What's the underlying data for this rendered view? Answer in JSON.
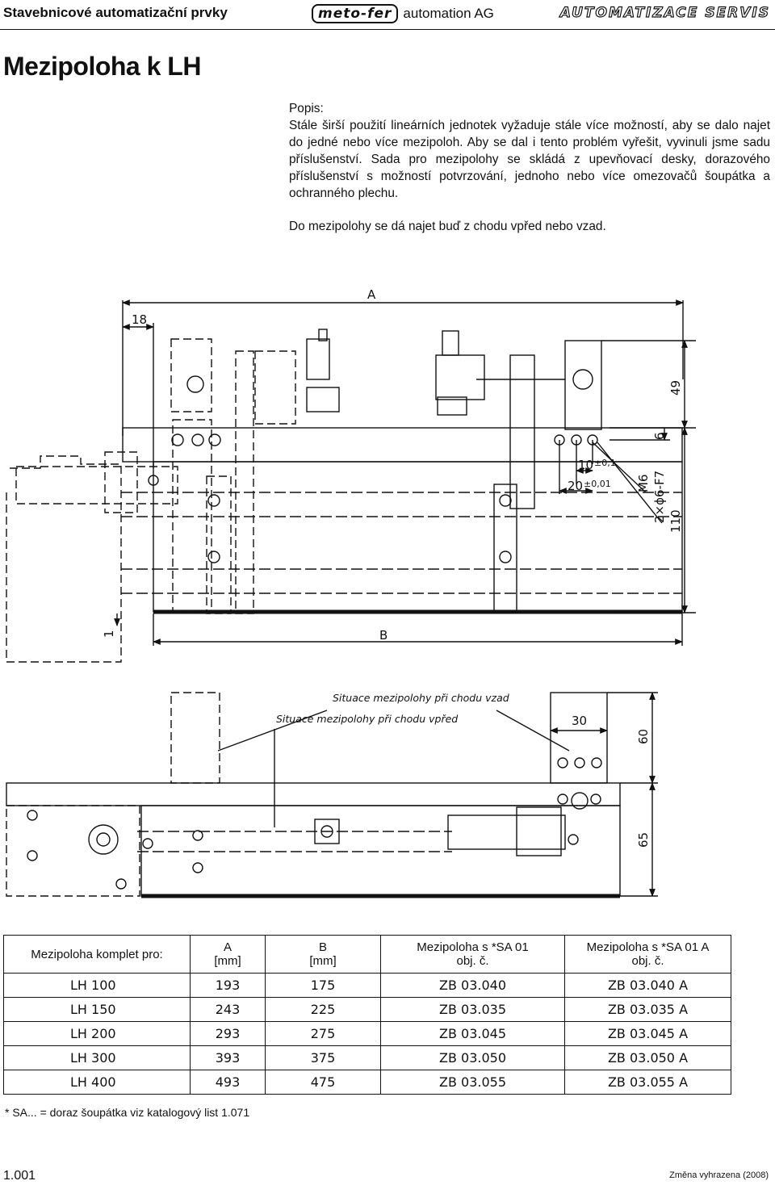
{
  "header": {
    "left": "Stavebnicové automatizační prvky",
    "logo": "meto-fer",
    "company_rest": "automation AG",
    "right": "automatizace servis"
  },
  "title": "Mezipoloha k LH",
  "description": {
    "label": "Popis:",
    "para1": "Stále širší použití lineárních jednotek vyžaduje stále více možností, aby se dalo najet do jedné nebo více mezipoloh. Aby se dal i tento problém vyřešit, vyvinuli jsme sadu příslušenství. Sada pro mezipolohy se skládá z upevňovací desky, dorazového příslušenství s možností potvrzování, jednoho nebo více omezovačů šoupátka a ochranného plechu.",
    "para2": "Do mezipolohy se dá najet buď z chodu vpřed nebo vzad."
  },
  "drawing": {
    "dims": {
      "a": "A",
      "b": "B",
      "d18": "18",
      "d1": "1",
      "d49": "49",
      "d6": "6",
      "d10": "10",
      "tol01": "±0,1",
      "d20": "20",
      "tol001": "±0,01",
      "m6": "M6",
      "hole": "2×ϕ6-F7",
      "d110": "110",
      "d30": "30",
      "d60": "60",
      "d65": "65"
    },
    "label_back": "Situace mezipolohy při chodu vzad",
    "label_forward": "Situace mezipolohy při chodu vpřed"
  },
  "table": {
    "headers": {
      "col1": "Mezipoloha komplet pro:",
      "col2a": "A",
      "col2b": "[mm]",
      "col3a": "B",
      "col3b": "[mm]",
      "col4a": "Mezipoloha s *SA 01",
      "col4b": "obj. č.",
      "col5a": "Mezipoloha s *SA 01 A",
      "col5b": "obj. č."
    },
    "rows": [
      {
        "type": "LH 100",
        "a": "193",
        "b": "175",
        "sa01": "ZB 03.040",
        "sa01a": "ZB 03.040 A"
      },
      {
        "type": "LH 150",
        "a": "243",
        "b": "225",
        "sa01": "ZB 03.035",
        "sa01a": "ZB 03.035 A"
      },
      {
        "type": "LH 200",
        "a": "293",
        "b": "275",
        "sa01": "ZB 03.045",
        "sa01a": "ZB 03.045 A"
      },
      {
        "type": "LH 300",
        "a": "393",
        "b": "375",
        "sa01": "ZB 03.050",
        "sa01a": "ZB 03.050 A"
      },
      {
        "type": "LH 400",
        "a": "493",
        "b": "475",
        "sa01": "ZB 03.055",
        "sa01a": "ZB 03.055 A"
      }
    ]
  },
  "footnote": "* SA... = doraz šoupátka viz katalogový list 1.071",
  "footer": {
    "page": "1.001",
    "change": "Změna vyhrazena (2008)"
  }
}
